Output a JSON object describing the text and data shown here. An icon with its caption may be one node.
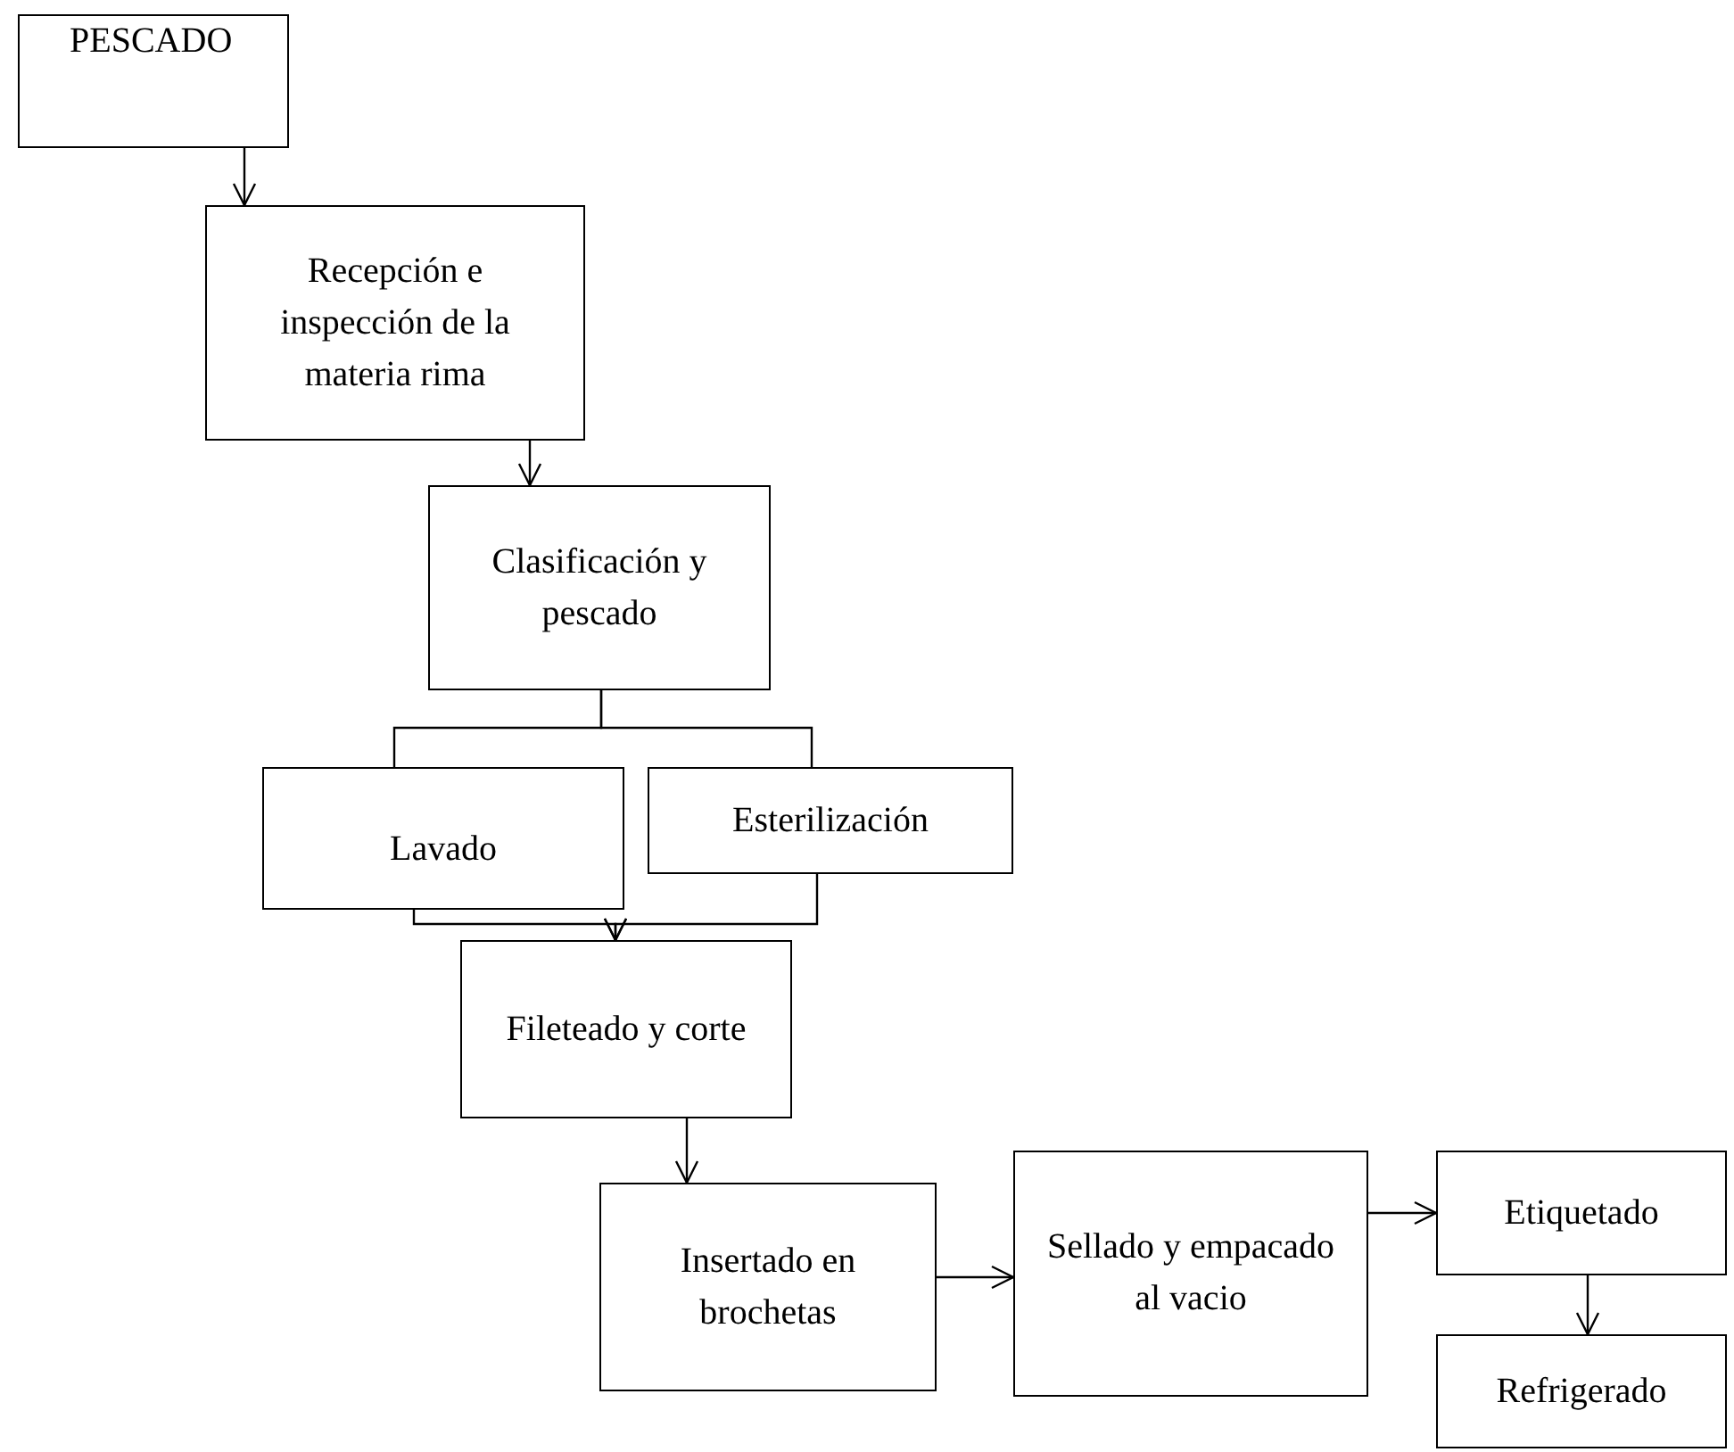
{
  "diagram": {
    "nodes": [
      {
        "text": [
          "PESCADO"
        ]
      },
      {
        "text": [
          "Recepción e inspección de la materia rima"
        ]
      },
      {
        "text": [
          "Clasificación y pescado"
        ]
      },
      {
        "text": [
          "Lavado"
        ]
      },
      {
        "text": [
          "Esterilización"
        ]
      },
      {
        "text": [
          "Fileteado y corte"
        ]
      },
      {
        "text": [
          "Insertado en brochetas"
        ]
      },
      {
        "text": [
          "Sellado y empacado al vacio"
        ]
      },
      {
        "text": [
          "Etiquetado"
        ]
      },
      {
        "text": [
          "Refrigerado"
        ]
      }
    ],
    "edges": [
      {
        "from": 0,
        "to": 1,
        "arrow": "to"
      },
      {
        "from": 1,
        "to": 2,
        "arrow": "to"
      },
      {
        "from": 2,
        "to": 3,
        "arrow": "none"
      },
      {
        "from": 2,
        "to": 4,
        "arrow": "none"
      },
      {
        "from": 3,
        "to": 5,
        "arrow": "to"
      },
      {
        "from": 4,
        "to": 5,
        "arrow": "to"
      },
      {
        "from": 5,
        "to": 6,
        "arrow": "to"
      },
      {
        "from": 6,
        "to": 7,
        "arrow": "to"
      },
      {
        "from": 7,
        "to": 8,
        "arrow": "to"
      },
      {
        "from": 8,
        "to": 9,
        "arrow": "to"
      }
    ]
  }
}
